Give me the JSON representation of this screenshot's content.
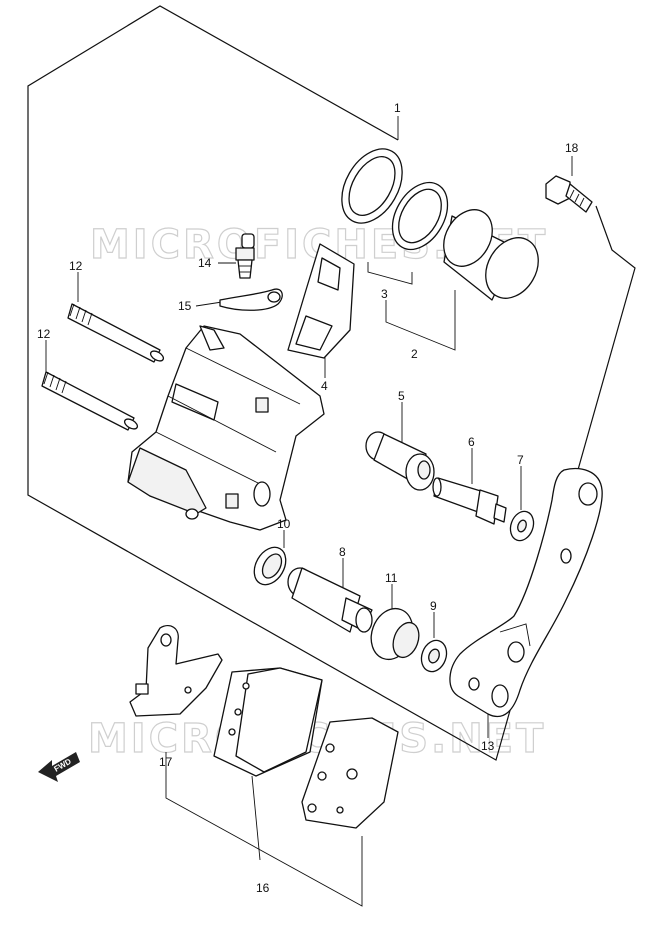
{
  "watermark": "MICROFICHES.NET",
  "fwd_label": "FWD",
  "callouts": {
    "c1": "1",
    "c2": "2",
    "c3": "3",
    "c4": "4",
    "c5": "5",
    "c6": "6",
    "c7": "7",
    "c8": "8",
    "c9": "9",
    "c10": "10",
    "c11": "11",
    "c12a": "12",
    "c12b": "12",
    "c13": "13",
    "c14": "14",
    "c15": "15",
    "c16": "16",
    "c17": "17",
    "c18": "18"
  }
}
